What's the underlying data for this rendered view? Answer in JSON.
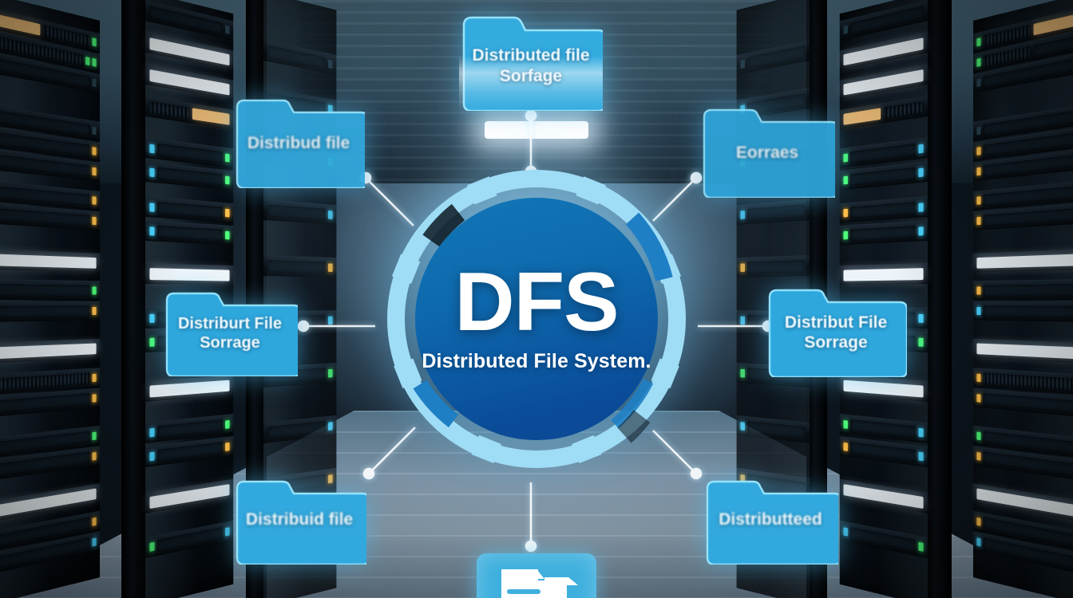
{
  "scene": {
    "title": "Distributed File System concept diagram over data center corridor",
    "background_description": "Dark server racks on both sides of an illuminated data center aisle"
  },
  "hub": {
    "acronym": "DFS",
    "subtitle": "Distributed File System.",
    "ring_color": "#9fdcf5",
    "disc_color_top": "#0d6fb0",
    "disc_color_bottom": "#0a4a97",
    "accent_color": "#1f7fc4"
  },
  "nodes": [
    {
      "id": "top",
      "label_lines": [
        "Distributed file",
        "Sorfage"
      ],
      "position": "top-center"
    },
    {
      "id": "top-left",
      "label_lines": [
        "Distribud file"
      ],
      "position": "top-left"
    },
    {
      "id": "top-right",
      "label_lines": [
        "Eorraes"
      ],
      "position": "top-right"
    },
    {
      "id": "middle-left",
      "label_lines": [
        "Distriburt File",
        "Sorrage"
      ],
      "position": "middle-left"
    },
    {
      "id": "middle-right",
      "label_lines": [
        "Distribut File",
        "Sorrage"
      ],
      "position": "middle-right"
    },
    {
      "id": "bottom-left",
      "label_lines": [
        "Distribuid file"
      ],
      "position": "bottom-left"
    },
    {
      "id": "bottom-right",
      "label_lines": [
        "Distributteed"
      ],
      "position": "bottom-right"
    },
    {
      "id": "bottom",
      "label_lines": [],
      "position": "bottom-center",
      "icon": "document-folder-icon"
    }
  ],
  "colors": {
    "folder_fill": "#29a8dc",
    "folder_stroke": "#7fdcfb",
    "connector": "#ffffff",
    "floor": "#9fb5c6",
    "ceiling": "#3c5a6c",
    "rack_body": "#0d151c",
    "led_cyan": "#49d4ff",
    "led_green": "#4dff7a",
    "led_amber": "#ffc14d",
    "panel_white": "#eef5f9",
    "panel_amber": "#f0c07a"
  }
}
